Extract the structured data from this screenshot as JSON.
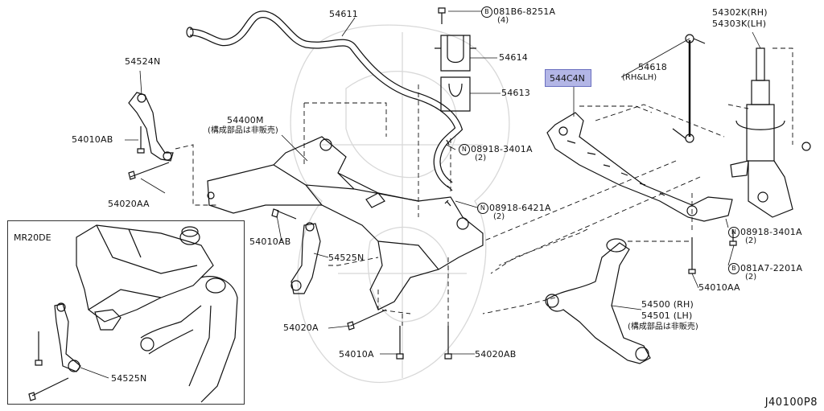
{
  "diagram_id": "J40100P8",
  "highlighted_part": "544C4N",
  "inset": {
    "title": "MR20DE",
    "parts": {
      "link": "54525N"
    }
  },
  "parts": {
    "stabilizer_bar": "54611",
    "bolt_top": {
      "prefix": "B",
      "number": "081B6-8251A",
      "qty": "(4)"
    },
    "clamp": "54614",
    "bushing": "54613",
    "shock_rh": "54302K(RH)",
    "shock_lh": "54303K(LH)",
    "connecting_rod": "54618",
    "connecting_rod_side": "(RH&LH)",
    "bracket_left": "54524N",
    "member": "54400M",
    "member_note": "(構成部品は非販売)",
    "bolt_left": "54010AB",
    "bolt_left_lower": "54020AA",
    "nut_a": {
      "prefix": "N",
      "number": "08918-3401A",
      "qty": "(2)"
    },
    "nut_b": {
      "prefix": "N",
      "number": "08918-6421A",
      "qty": "(2)"
    },
    "nut_c": {
      "prefix": "N",
      "number": "08918-3401A",
      "qty": "(2)"
    },
    "bolt_b": {
      "prefix": "B",
      "number": "081A7-2201A",
      "qty": "(2)"
    },
    "bolt_mid": "54010AB",
    "link_mid": "54525N",
    "bolt_mid_lower": "54020A",
    "bolt_lower": "54010A",
    "bolt_lower_right": "54020AB",
    "bolt_right": "54010AA",
    "arm_rh": "54500 (RH)",
    "arm_lh": "54501 (LH)",
    "arm_note": "(構成部品は非販売)"
  }
}
